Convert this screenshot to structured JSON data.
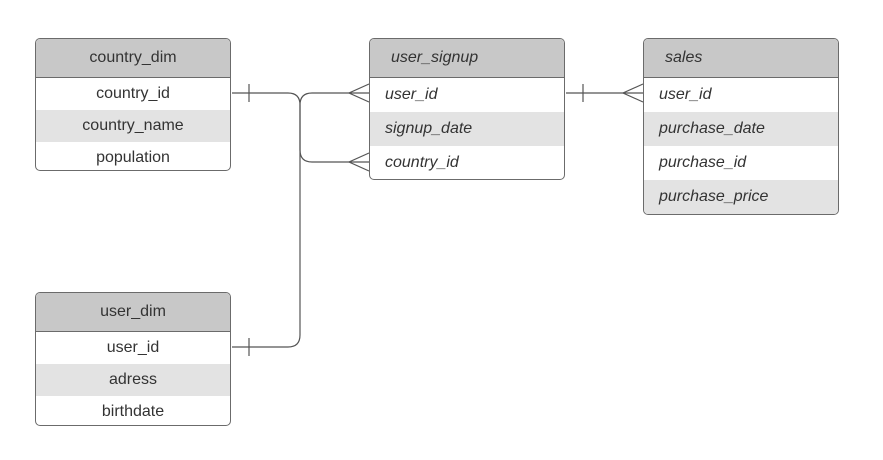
{
  "entities": {
    "country_dim": {
      "title": "country_dim",
      "fields": [
        "country_id",
        "country_name",
        "population"
      ]
    },
    "user_dim": {
      "title": "user_dim",
      "fields": [
        "user_id",
        "adress",
        "birthdate"
      ]
    },
    "user_signup": {
      "title": "user_signup",
      "fields": [
        "user_id",
        "signup_date",
        "country_id"
      ]
    },
    "sales": {
      "title": "sales",
      "fields": [
        "user_id",
        "purchase_date",
        "purchase_id",
        "purchase_price"
      ]
    }
  },
  "relationships": [
    {
      "from": "country_dim.country_id",
      "to": "user_signup.country_id",
      "from_cardinality": "one",
      "to_cardinality": "many"
    },
    {
      "from": "user_dim.user_id",
      "to": "user_signup.user_id",
      "from_cardinality": "one",
      "to_cardinality": "many"
    },
    {
      "from": "user_signup.user_id",
      "to": "sales.user_id",
      "from_cardinality": "one",
      "to_cardinality": "many"
    }
  ],
  "colors": {
    "header_fill": "#c8c8c8",
    "row_shade": "#e3e3e3",
    "border": "#6b6b6b",
    "text": "#333333",
    "connector": "#555555"
  }
}
